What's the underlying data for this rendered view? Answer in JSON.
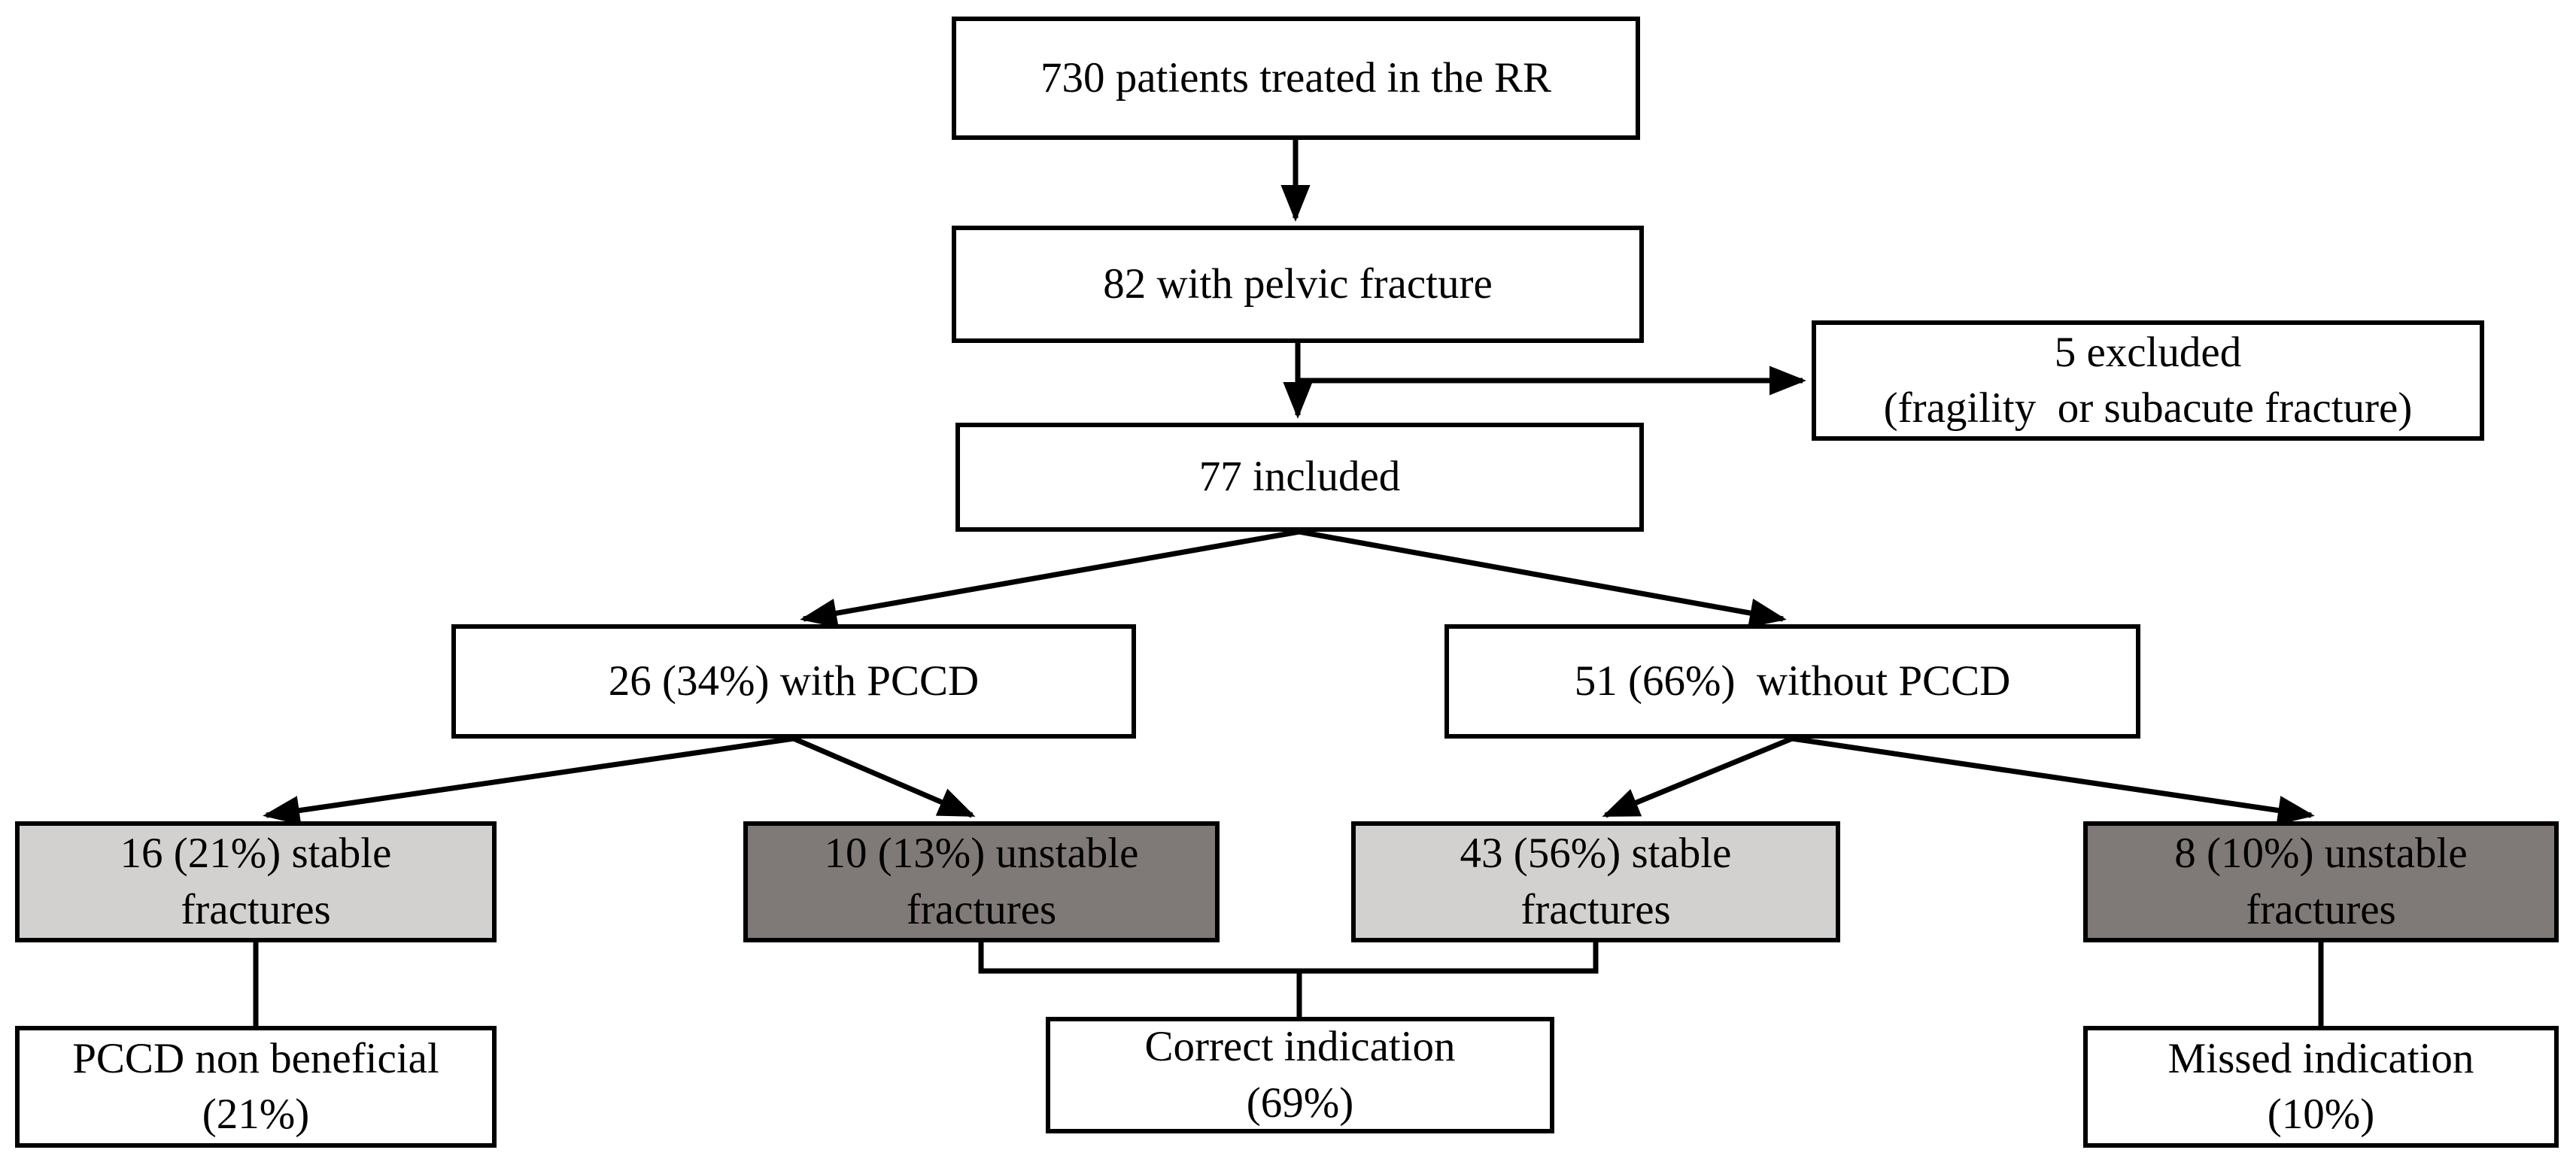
{
  "diagram": {
    "type": "flowchart",
    "background": "#ffffff",
    "colors": {
      "border": "#000000",
      "text": "#000000",
      "connector": "#000000",
      "white_fill": "#ffffff",
      "light_gray_fill": "#d3d1d0",
      "dark_gray_fill": "#7f7977"
    },
    "nodes": {
      "rr": {
        "line1": "730 patients treated in the RR",
        "fill": "white"
      },
      "pelvic": {
        "line1": "82 with pelvic fracture",
        "fill": "white"
      },
      "excluded": {
        "line1": "5 excluded",
        "line2": "(fragility  or subacute fracture)",
        "fill": "white"
      },
      "included": {
        "line1": "77 included",
        "fill": "white"
      },
      "with_pccd": {
        "line1": "26 (34%) with PCCD",
        "fill": "white"
      },
      "without_pccd": {
        "line1": "51 (66%)  without PCCD",
        "fill": "white"
      },
      "stable_16": {
        "line1": "16 (21%) stable",
        "line2": "fractures",
        "fill": "light-gray"
      },
      "unstable_10": {
        "line1": "10 (13%) unstable",
        "line2": "fractures",
        "fill": "dark-gray"
      },
      "stable_43": {
        "line1": "43 (56%) stable",
        "line2": "fractures",
        "fill": "light-gray"
      },
      "unstable_8": {
        "line1": "8 (10%) unstable",
        "line2": "fractures",
        "fill": "dark-gray"
      },
      "pccd_non_beneficial": {
        "line1": "PCCD non beneficial",
        "line2": "(21%)",
        "fill": "white"
      },
      "correct_indication": {
        "line1": "Correct indication",
        "line2": "(69%)",
        "fill": "white"
      },
      "missed_indication": {
        "line1": "Missed indication",
        "line2": "(10%)",
        "fill": "white"
      }
    },
    "edges": [
      {
        "from": "rr",
        "to": "pelvic",
        "arrowhead": true
      },
      {
        "from": "pelvic",
        "to": "excluded",
        "arrowhead": true
      },
      {
        "from": "pelvic",
        "to": "included",
        "arrowhead": true
      },
      {
        "from": "included",
        "to": "with_pccd",
        "arrowhead": true
      },
      {
        "from": "included",
        "to": "without_pccd",
        "arrowhead": true
      },
      {
        "from": "with_pccd",
        "to": "stable_16",
        "arrowhead": true
      },
      {
        "from": "with_pccd",
        "to": "unstable_10",
        "arrowhead": true
      },
      {
        "from": "without_pccd",
        "to": "stable_43",
        "arrowhead": true
      },
      {
        "from": "without_pccd",
        "to": "unstable_8",
        "arrowhead": true
      },
      {
        "from": "stable_16",
        "to": "pccd_non_beneficial",
        "arrowhead": false
      },
      {
        "from": "unstable_10",
        "to": "correct_indication",
        "arrowhead": false
      },
      {
        "from": "stable_43",
        "to": "correct_indication",
        "arrowhead": false
      },
      {
        "from": "unstable_8",
        "to": "missed_indication",
        "arrowhead": false
      }
    ]
  }
}
